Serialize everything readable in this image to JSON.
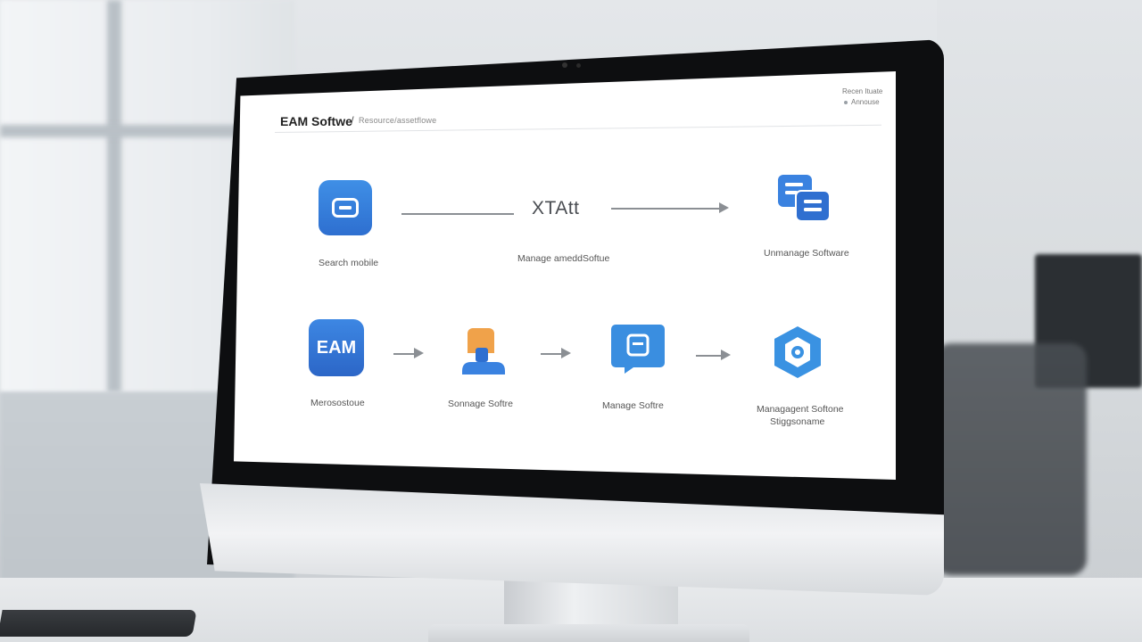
{
  "screen": {
    "breadcrumb": {
      "title": "EAM Softwe",
      "separator": "/",
      "sub": "Resource/assetflowe"
    },
    "top_right": {
      "line1": "Recen Ituate",
      "line2": "Annouse"
    },
    "row1": {
      "node1_label": "Search mobile",
      "center_text": "XTAtt",
      "center_label": "Manage ameddSoftue",
      "node3_label": "Unmanage Software"
    },
    "row2": {
      "eam_text": "EAM",
      "node1_label": "Merosostoue",
      "node2_label": "Sonnage Softre",
      "node3_label": "Manage Softre",
      "node4_label_line1": "Managagent Softone",
      "node4_label_line2": "Stiggsoname"
    },
    "icons": [
      "screen-window-icon",
      "documents-icon",
      "person-icon",
      "chat-document-icon",
      "gear-hexagon-icon"
    ],
    "colors": {
      "accent_blue": "#3a82e0",
      "accent_orange": "#f0a24a",
      "text_gray": "#555555"
    }
  }
}
